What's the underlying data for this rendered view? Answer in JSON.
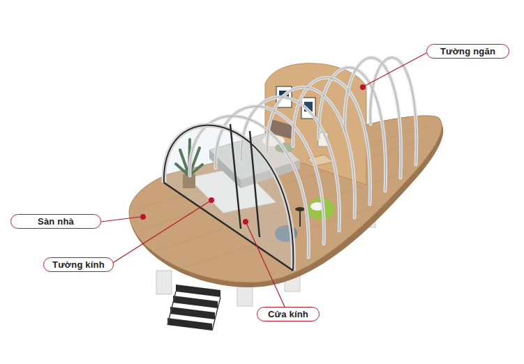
{
  "diagram": {
    "nodes": [
      {
        "text": [
          "Tường ngăn"
        ]
      },
      {
        "text": [
          "Sàn nhà"
        ]
      },
      {
        "text": [
          "Tường kính"
        ]
      },
      {
        "text": [
          "Cửa kính"
        ]
      }
    ]
  }
}
